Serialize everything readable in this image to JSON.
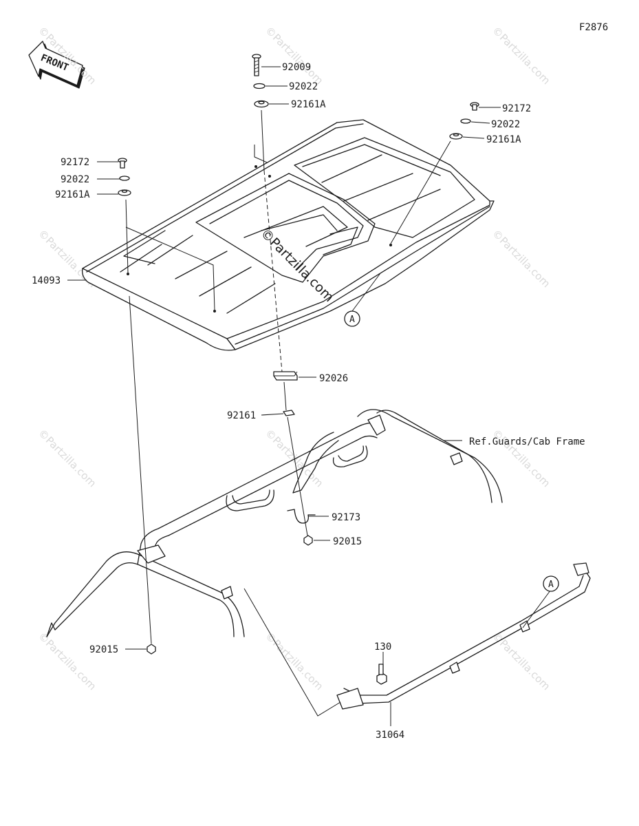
{
  "figure_code": "F2876",
  "front_label": "FRONT",
  "watermark": "©Partzilla.com",
  "callouts": {
    "p92009": "92009",
    "p92022_top": "92022",
    "p92161A_top": "92161A",
    "p92172_right": "92172",
    "p92022_right": "92022",
    "p92161A_right": "92161A",
    "p92172_left": "92172",
    "p92022_left": "92022",
    "p92161A_left": "92161A",
    "p14093": "14093",
    "ref_A_upper": "A",
    "p92026": "92026",
    "p92161": "92161",
    "ref_cab_frame": "Ref.Guards/Cab Frame",
    "p92173": "92173",
    "p92015_center": "92015",
    "ref_A_lower": "A",
    "p92015_left": "92015",
    "p130": "130",
    "p31064": "31064"
  }
}
